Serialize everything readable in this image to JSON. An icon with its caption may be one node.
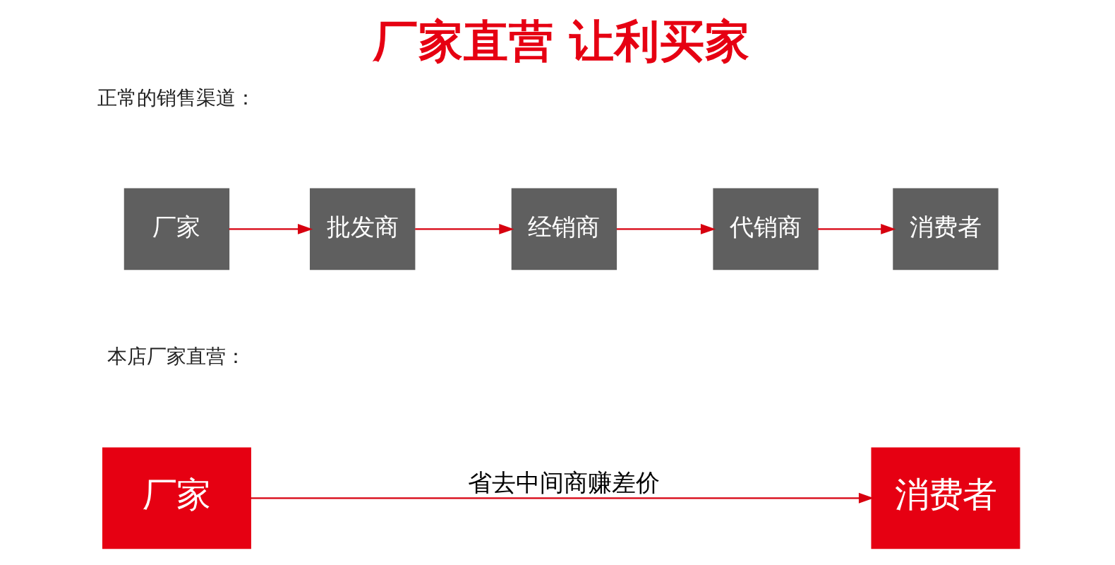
{
  "diagram": {
    "title": "厂家直营 让利买家",
    "nodes": [
      {
        "text": [
          "厂家"
        ]
      },
      {
        "text": [
          "批发商"
        ]
      },
      {
        "text": [
          "经销商"
        ]
      },
      {
        "text": [
          "代销商"
        ]
      },
      {
        "text": [
          "消费者"
        ]
      },
      {
        "text": [
          "厂家"
        ]
      },
      {
        "text": [
          "消费者"
        ]
      }
    ],
    "edges": [
      {
        "from": 0,
        "to": 1,
        "arrow": "to"
      },
      {
        "from": 1,
        "to": 2,
        "arrow": "to"
      },
      {
        "from": 2,
        "to": 3,
        "arrow": "to"
      },
      {
        "from": 3,
        "to": 4,
        "arrow": "to"
      },
      {
        "from": 5,
        "to": 6,
        "label": "省去中间商赚差价",
        "arrow": "to"
      }
    ],
    "labels": [
      "正常的销售渠道：",
      "本店厂家直营："
    ]
  }
}
